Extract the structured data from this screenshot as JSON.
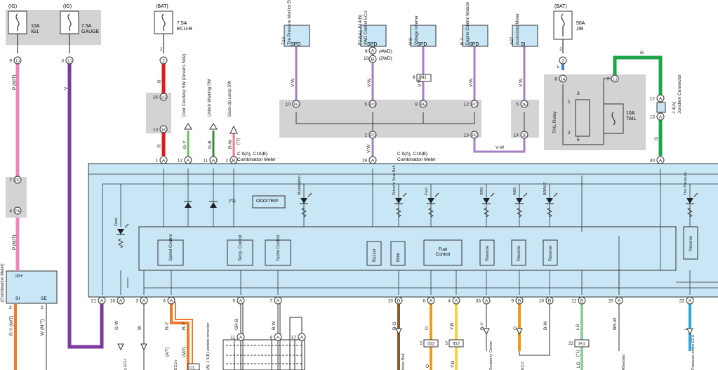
{
  "fuses": [
    {
      "source": "(IG)",
      "rating": "10A",
      "name": "IG1",
      "conn": "1J",
      "pin": "9"
    },
    {
      "source": "(IG)",
      "rating": "7.5A",
      "name": "GAUGE",
      "conn": "1J",
      "pin": "3"
    },
    {
      "source": "(BAT)",
      "rating": "7.5A",
      "name": "ECU-B",
      "conn": "2",
      "pin": "2"
    },
    {
      "source": "(BAT)",
      "rating": "50A",
      "name": "J/B",
      "conn": "2",
      "pin": "2"
    }
  ],
  "top_ecus": [
    {
      "id": "T14",
      "name": "Tire Pressure Monitor ECU",
      "terminal": "SPD",
      "wire": "V-W",
      "conn": "PF",
      "pin": "10"
    },
    {
      "id": "F12(A), F14(B)",
      "name": "4WD Control ECU",
      "terminal": "SPD",
      "wire": "V-W",
      "conn": "PD",
      "pin": "5",
      "pin_a": "9",
      "pin_b": "10",
      "label_a": "(4WD)",
      "label_b": "(2WD)"
    },
    {
      "id": "V 8",
      "name": "Voltage Inverter",
      "terminal": "SPD",
      "wire": "V-W",
      "conn": "PE",
      "pin": "8",
      "inline": "IM1",
      "inline_pin": "6"
    },
    {
      "id": "E 7",
      "name": "Engine Control Module",
      "terminal": "SPD",
      "wire": "V-W",
      "conn": "PC",
      "pin": "12"
    },
    {
      "id": "A27",
      "name": "Accessory Meter",
      "terminal": "SI",
      "wire": "V-W",
      "conn": "1E",
      "pin": "5"
    }
  ],
  "junctions": {
    "pd_bottom": {
      "conn": "PD",
      "pin": "2"
    },
    "pe_bottom": {
      "conn": "PE",
      "pin": "13"
    },
    "e1_bottom": {
      "conn": "1E",
      "pin": "14"
    },
    "tail_jb_wire": "V-W"
  },
  "relay": {
    "name": "TAIL Relay",
    "fuse_rating": "10A",
    "fuse_name": "TAIL",
    "conn_left": "1A",
    "pin_left": "6",
    "conn_right": "1J",
    "pin_right": "7",
    "wire_left": "L",
    "wire_top": "G",
    "nums": [
      "1",
      "3",
      "2",
      "5"
    ]
  },
  "junction_connector": {
    "id": "J 4(A)",
    "name": "Junction Connector",
    "pin_top": "12",
    "pin_bottom": "13",
    "wire": "G"
  },
  "combination_meter": {
    "id": "C 9(A), C10(B)",
    "name": "Combination Meter"
  },
  "top_pins": [
    {
      "pin": "1",
      "conn": "A",
      "wire": "R"
    },
    {
      "pin": "12",
      "conn": "A",
      "wire": "G-Y",
      "label": "Door Courtesy SW (Driver's Side)"
    },
    {
      "pin": "11",
      "conn": "A",
      "wire": "G-B",
      "label": "Unlock Warning SW"
    },
    {
      "pin": "2",
      "conn": "B",
      "wire": "R-W",
      "label": "Back-Up Lamp SW",
      "note": "(*2)"
    },
    {
      "pin": "19",
      "conn": "A",
      "wire": "V-W"
    },
    {
      "pin": "40",
      "conn": "A",
      "wire": "G"
    }
  ],
  "ecu_b_path": {
    "conn_top": "1G",
    "pin_top": "16",
    "conn_bottom": "1K",
    "pin_bottom": "13",
    "wire": "R"
  },
  "inner_blocks": [
    "ODO/TRIP",
    "Speed Control",
    "Temp. Control",
    "Tacho Control",
    "Buzzer",
    "Blink",
    "Fuel Control",
    "Reverse",
    "Reverse",
    "Reverse",
    "Reverse"
  ],
  "lamps": [
    "Door",
    "Illumination",
    "Driver's Seat Belt",
    "Fuel",
    "SRS",
    "ABS",
    "BRAKE",
    "Tire Pressure"
  ],
  "note_2": "(*2)",
  "left_meter": {
    "title": "(Combination Meter)",
    "terminal_ig": "IG+",
    "terminal_si": "SI",
    "terminal_se": "SE",
    "wire_si": "R-Y",
    "wire_se": "W",
    "note": "(M/T)",
    "pin_si": "3",
    "pin_se": "2"
  },
  "left_connectors": [
    {
      "conn": "PF",
      "pin": "7"
    },
    {
      "conn": "PA",
      "pin": "4"
    }
  ],
  "left_wire": {
    "color": "P",
    "note": "(M/T)"
  },
  "gauge_wire": "V",
  "bottom_pins": [
    {
      "pin": "21",
      "conn": "A",
      "wire": ""
    },
    {
      "pin": "18",
      "conn": "A",
      "wire": "G-W",
      "label": "y ECU"
    },
    {
      "pin": "3",
      "conn": "A",
      "wire": "W"
    },
    {
      "pin": "6",
      "conn": "A",
      "wire": "R-Y",
      "note": "(A/T)",
      "label": "ECU r"
    },
    {
      "pin": "",
      "conn": "",
      "wire": "R-Y",
      "note": "(M/T)"
    },
    {
      "pin": "9",
      "conn": "A",
      "wire": "GR-B"
    },
    {
      "pin": "7",
      "conn": "A",
      "wire": "B-W"
    },
    {
      "pin": "10",
      "conn": "B",
      "wire": "B-O",
      "label": "Inner Belt"
    },
    {
      "pin": "8",
      "conn": "A",
      "wire": "O",
      "inline": "ID2",
      "inline_pin": "5"
    },
    {
      "pin": "4",
      "conn": "A",
      "wire": "Y-B",
      "inline": "ID2",
      "inline_pin": "5"
    },
    {
      "pin": "33",
      "conn": "A",
      "wire": "B-Y",
      "label": "Sensor ty Center"
    },
    {
      "pin": "9",
      "conn": "B",
      "wire": "O",
      "label": "ECU"
    },
    {
      "pin": "10",
      "conn": "B",
      "wire": "B-W"
    },
    {
      "pin": "11",
      "conn": "B",
      "wire": "LG",
      "note": "(*1)",
      "inline": "IA1",
      "inline_pin": "22"
    },
    {
      "pin": "20",
      "conn": "A",
      "wire": "BR-W",
      "label": "Rheostat"
    },
    {
      "pin": "23",
      "conn": "A",
      "wire": "L",
      "label": "Pressure onitor ECU"
    }
  ],
  "bottom_jbox": {
    "label": "(A), J 5(B) unction onnector",
    "pins": [
      "11",
      "8",
      "17"
    ]
  }
}
